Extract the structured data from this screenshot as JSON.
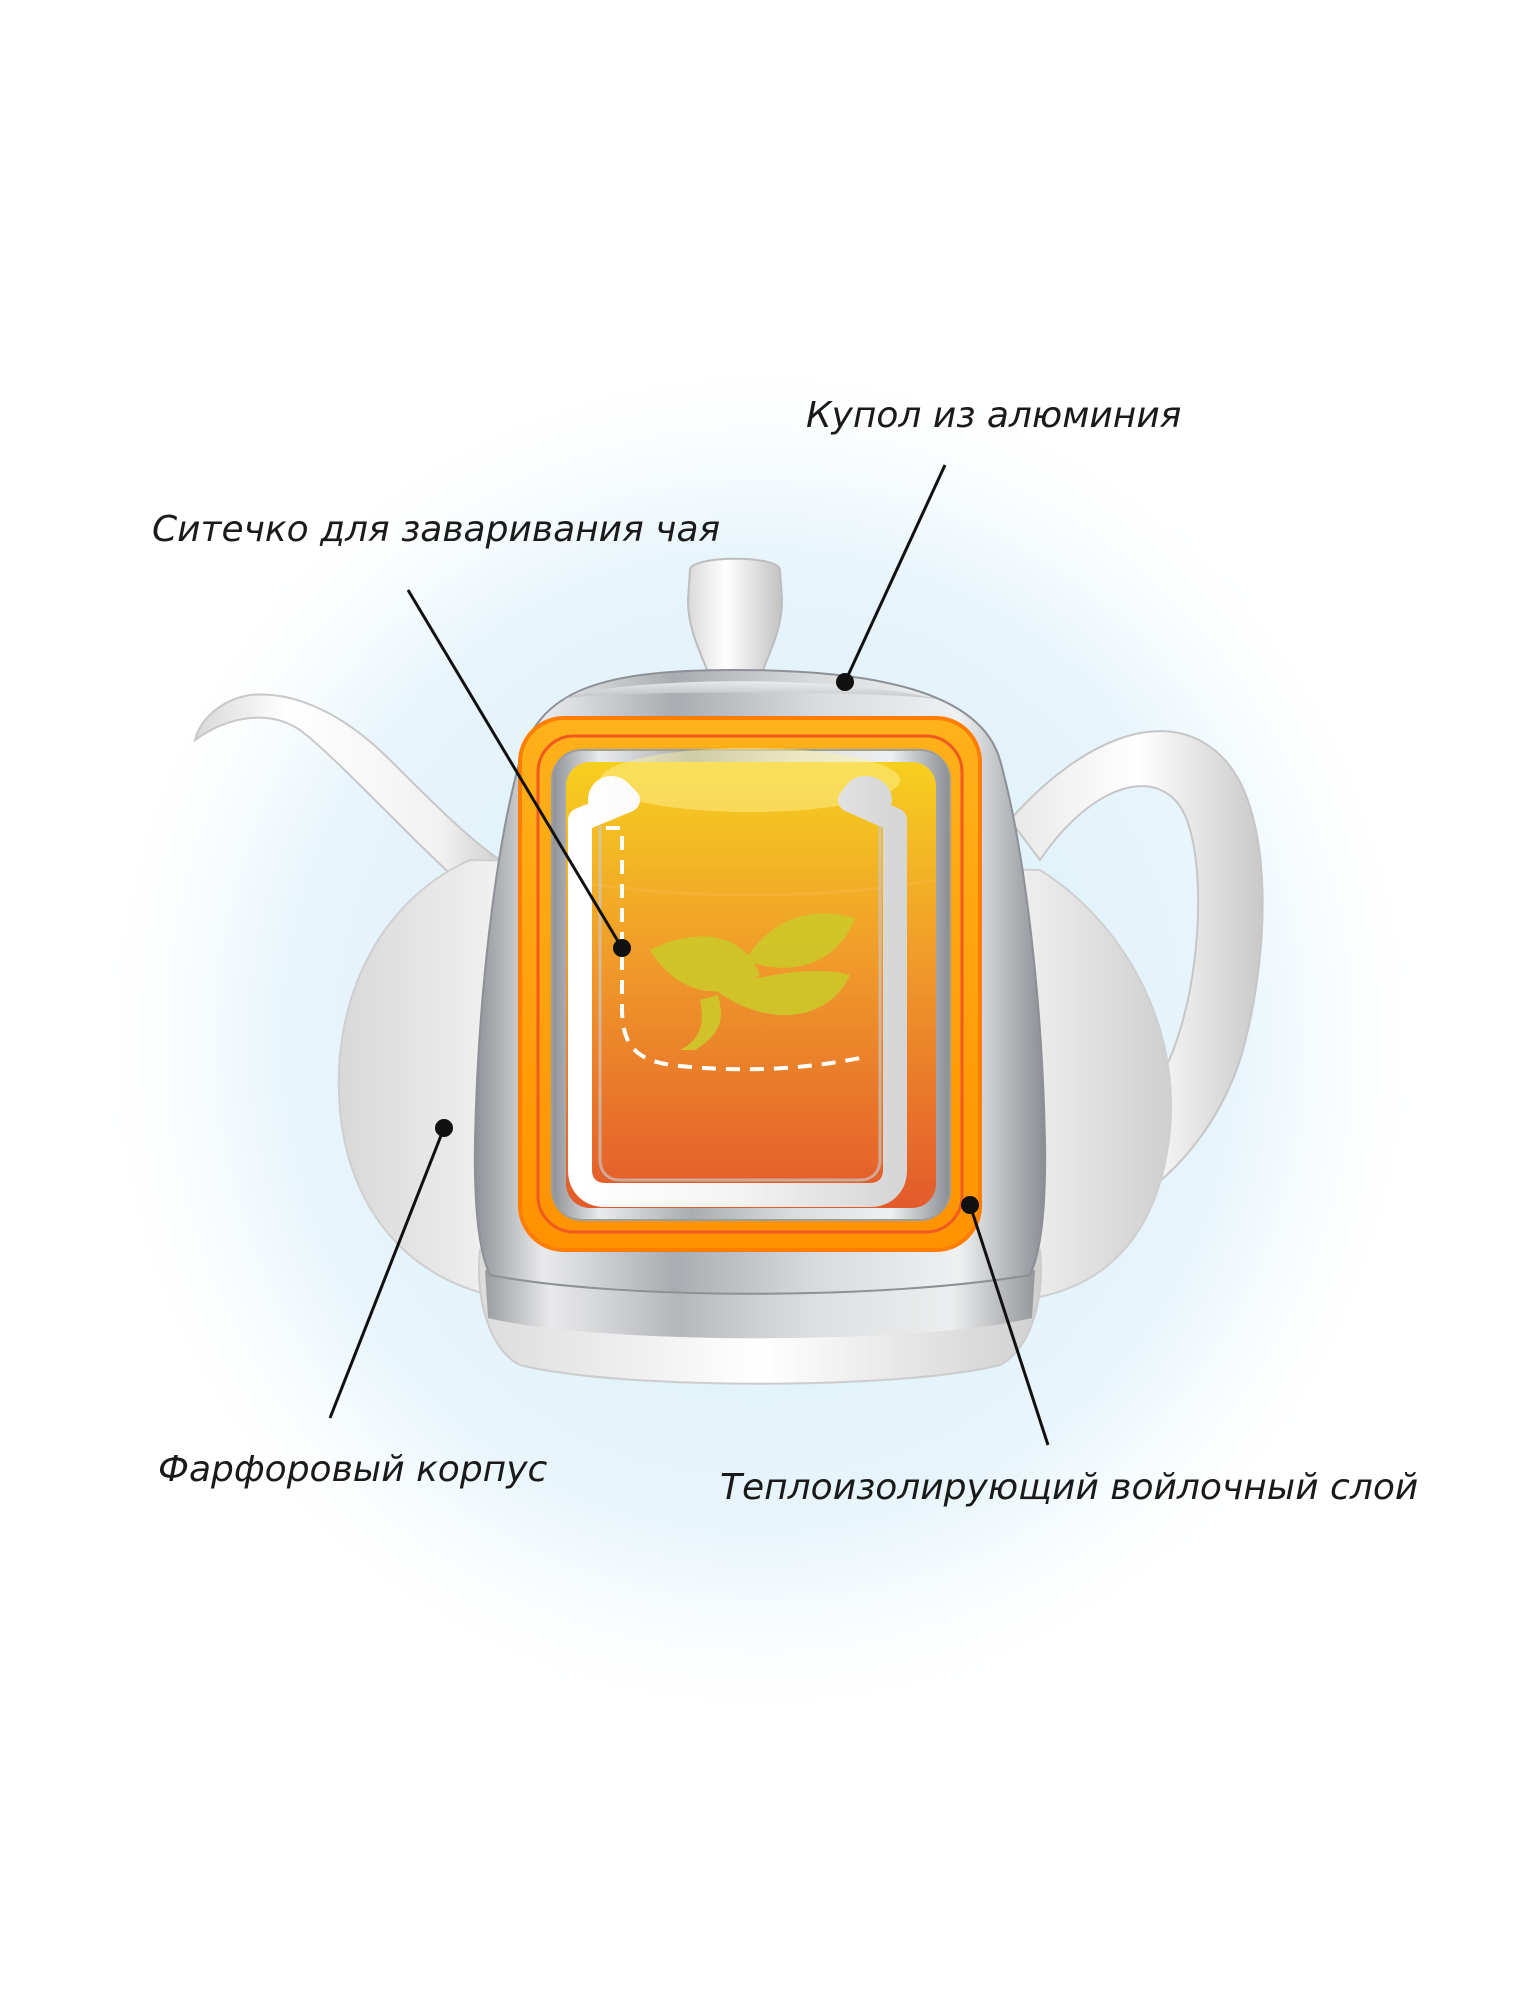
{
  "labels": {
    "dome": "Купол из алюминия",
    "strainer": "Ситечко для заваривания чая",
    "body": "Фарфоровый корпус",
    "felt": "Теплоизолирующий войлочный слой"
  },
  "colors": {
    "background_glow": "#dff1f9",
    "porcelain": "#f4f4f4",
    "aluminium": "#b9bcc0",
    "felt_orange": "#ff9a00",
    "tea_top": "#f7c21a",
    "tea_bottom": "#e4622b",
    "leaf": "#cfc62a",
    "callout": "#111111"
  },
  "icons": {
    "leaf": "tea-leaf-icon"
  }
}
